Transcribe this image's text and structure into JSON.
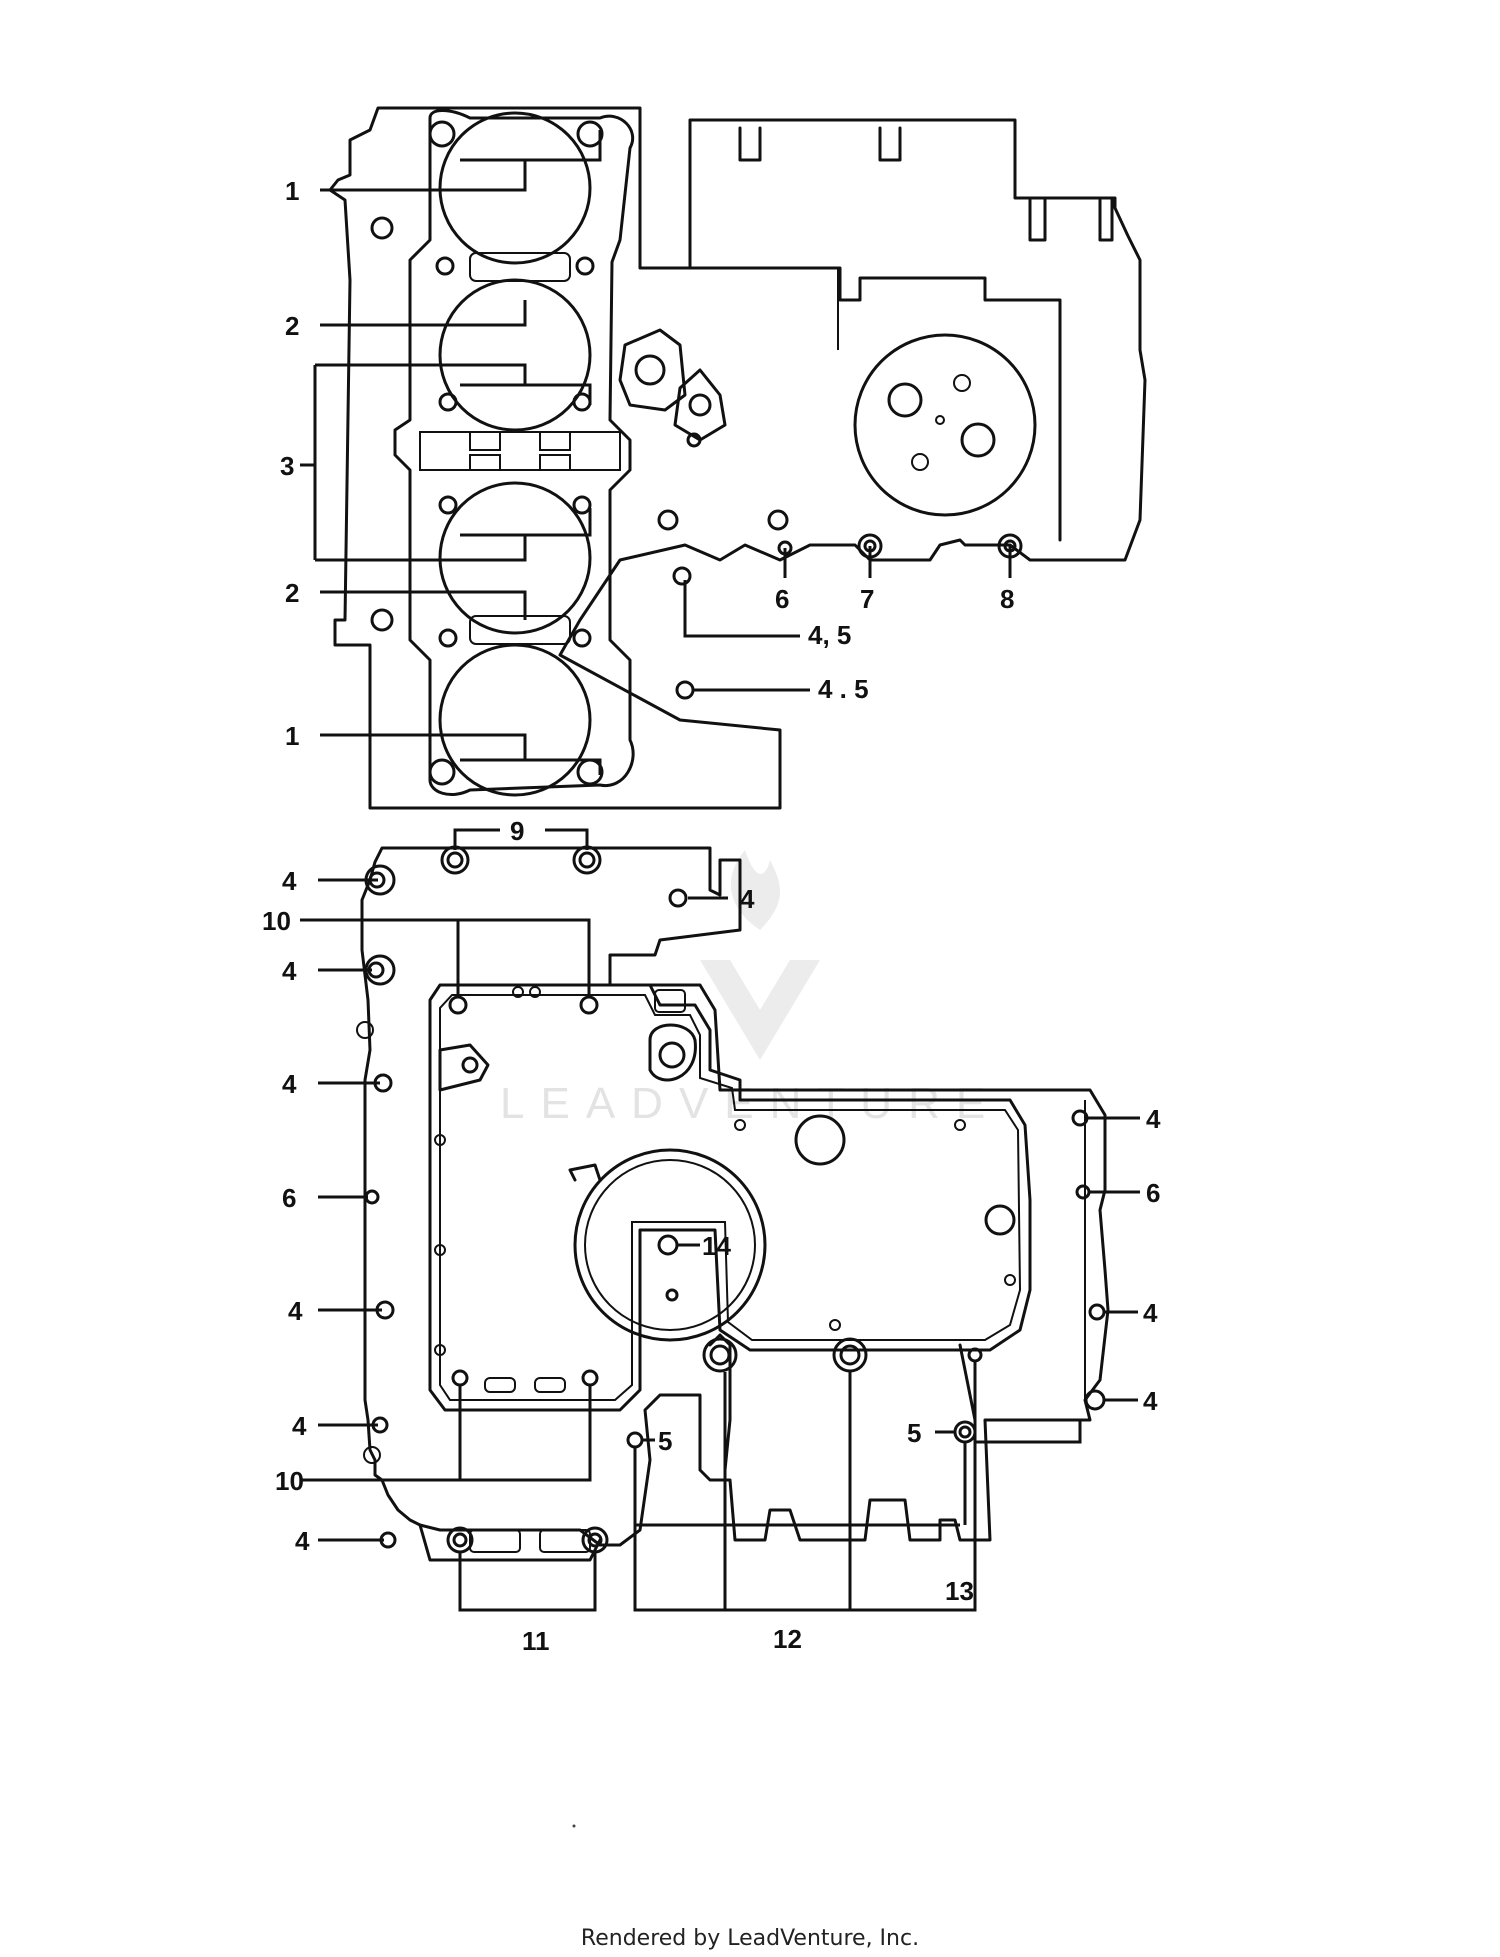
{
  "watermark": {
    "text": "LEADVENTURE"
  },
  "footer": {
    "text": "Rendered by LeadVenture, Inc."
  },
  "callouts": {
    "top": {
      "c1a": "1",
      "c2a": "2",
      "c3": "3",
      "c2b": "2",
      "c1b": "1",
      "c6": "6",
      "c7": "7",
      "c8": "8",
      "c45a": "4, 5",
      "c45b": "4 . 5"
    },
    "bottom": {
      "c9": "9",
      "c10a": "10",
      "c4a": "4",
      "c4b": "4",
      "c4c": "4",
      "c4d": "4",
      "c6a": "6",
      "c4e": "4",
      "c4f": "4",
      "c10b": "10",
      "c4g": "4",
      "c5a": "5",
      "c5b": "5",
      "c14": "14",
      "c4h": "4",
      "c6b": "6",
      "c4i": "4",
      "c4j": "4",
      "c11": "11",
      "c12": "12",
      "c13": "13"
    }
  }
}
